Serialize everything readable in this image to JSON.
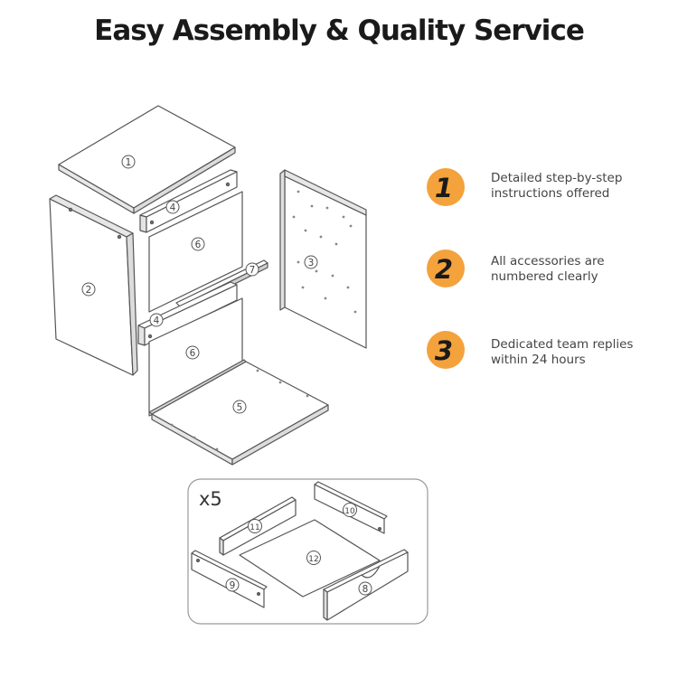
{
  "title": "Easy Assembly & Quality Service",
  "features": [
    {
      "number": "1",
      "text": "Detailed step-by-step instructions offered"
    },
    {
      "number": "2",
      "text": "All accessories are numbered clearly"
    },
    {
      "number": "3",
      "text": "Dedicated team replies within 24 hours"
    }
  ],
  "badge_color": "#f4a23c",
  "drawer_quantity": "x5",
  "part_labels": {
    "p1": "1",
    "p2": "2",
    "p3": "3",
    "p4a": "4",
    "p4b": "4",
    "p5": "5",
    "p6a": "6",
    "p6b": "6",
    "p7": "7",
    "p8": "8",
    "p9": "9",
    "p10": "10",
    "p11": "11",
    "p12": "12"
  }
}
